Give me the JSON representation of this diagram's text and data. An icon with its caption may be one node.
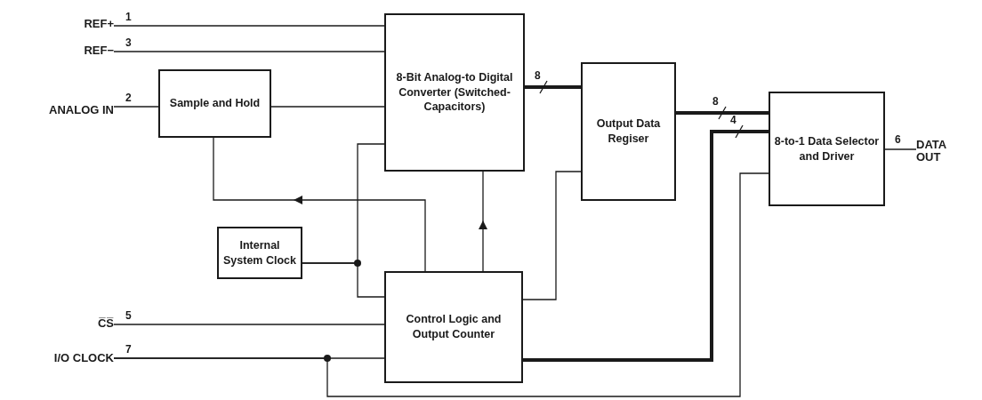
{
  "diagram": {
    "nodes": [
      {
        "text": [
          "REF+"
        ]
      },
      {
        "text": [
          "REF−"
        ]
      },
      {
        "text": [
          "ANALOG IN"
        ]
      },
      {
        "text": [
          "Sample and Hold"
        ]
      },
      {
        "text": [
          "8-Bit Analog-to Digital Converter (Switched-Capacitors)"
        ]
      },
      {
        "text": [
          "Output Data Regiser"
        ]
      },
      {
        "text": [
          "Internal System Clock"
        ]
      },
      {
        "text": [
          "Control Logic and Output Counter"
        ]
      },
      {
        "text": [
          "8-to-1 Data Selector and Driver"
        ]
      },
      {
        "text": [
          "C̅S̅"
        ]
      },
      {
        "text": [
          "I/O CLOCK"
        ]
      },
      {
        "text": [
          "DATA OUT"
        ]
      }
    ],
    "edges": [
      {
        "from": 0,
        "to": 4,
        "arrow": "none",
        "label": "1"
      },
      {
        "from": 1,
        "to": 4,
        "arrow": "none",
        "label": "3"
      },
      {
        "from": 2,
        "to": 3,
        "arrow": "none",
        "label": "2"
      },
      {
        "from": 3,
        "to": 4,
        "arrow": "none"
      },
      {
        "from": 7,
        "to": 3,
        "arrow": "to"
      },
      {
        "from": 6,
        "to": 4,
        "arrow": "none"
      },
      {
        "from": 6,
        "to": 7,
        "arrow": "none"
      },
      {
        "from": 7,
        "to": 4,
        "arrow": "to"
      },
      {
        "from": 7,
        "to": 5,
        "arrow": "none"
      },
      {
        "from": 4,
        "to": 5,
        "arrow": "none",
        "label": "8",
        "style": "thick"
      },
      {
        "from": 5,
        "to": 8,
        "arrow": "none",
        "label": "8",
        "style": "thick"
      },
      {
        "from": 7,
        "to": 8,
        "arrow": "none",
        "label": "4",
        "style": "thick"
      },
      {
        "from": 10,
        "to": 7,
        "arrow": "none",
        "label": "7"
      },
      {
        "from": 10,
        "to": 8,
        "arrow": "none"
      },
      {
        "from": 9,
        "to": 7,
        "arrow": "none",
        "label": "5"
      },
      {
        "from": 8,
        "to": 11,
        "arrow": "none",
        "label": "6"
      }
    ]
  }
}
